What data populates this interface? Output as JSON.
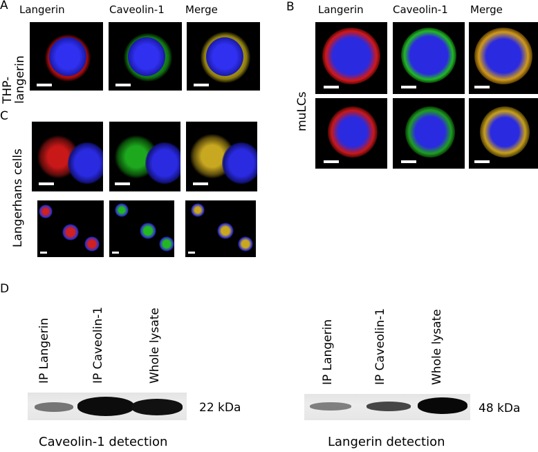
{
  "panels": {
    "a": {
      "letter": "A",
      "row_label_line1": "THP-",
      "row_label_line2": "langerin"
    },
    "b": {
      "letter": "B",
      "row_label": "muLCs"
    },
    "c": {
      "letter": "C",
      "row_label": "Langerhans cells"
    },
    "d": {
      "letter": "D"
    }
  },
  "columns": [
    "Langerin",
    "Caveolin-1",
    "Merge"
  ],
  "blot_left": {
    "lanes": [
      "IP Langerin",
      "IP Caveolin-1",
      "Whole lysate"
    ],
    "band_intensity": [
      0.35,
      1.0,
      0.85
    ],
    "marker": "22 kDa",
    "caption": "Caveolin-1 detection"
  },
  "blot_right": {
    "lanes": [
      "IP Langerin",
      "IP Caveolin-1",
      "Whole lysate"
    ],
    "band_intensity": [
      0.3,
      0.55,
      1.0
    ],
    "marker": "48 kDa",
    "caption": "Langerin detection"
  },
  "colors": {
    "langerin": "#e01818",
    "caveolin": "#22b822",
    "merge": "#d8c020",
    "nucleus": "#2a2ae0",
    "background": "#000000"
  }
}
